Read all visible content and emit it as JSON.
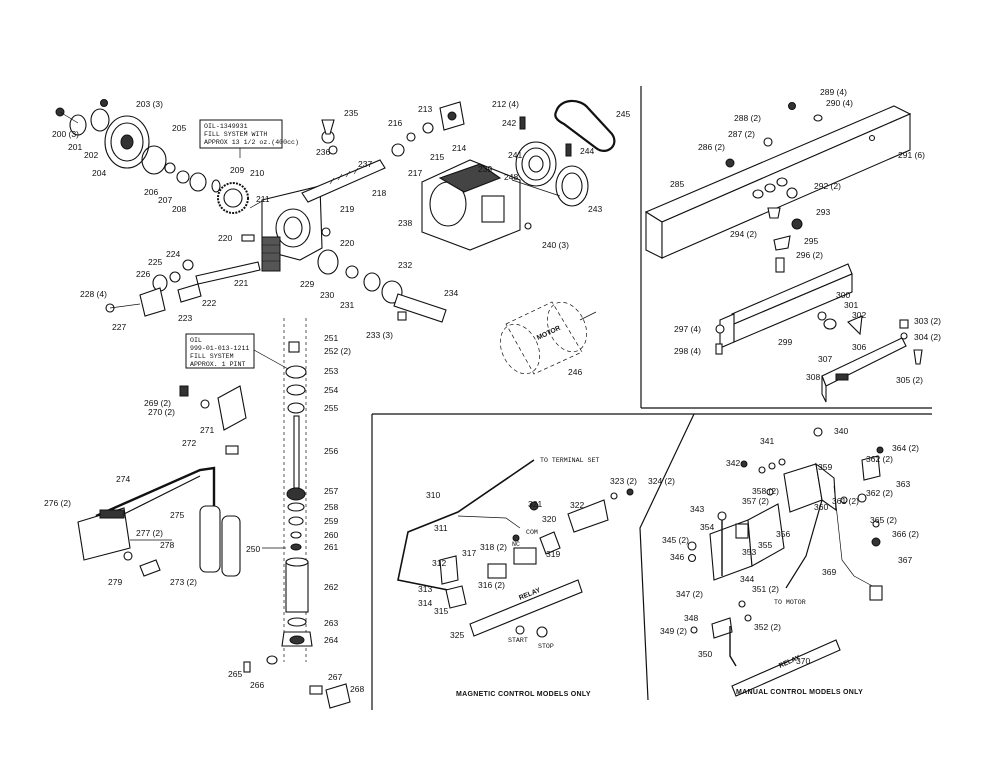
{
  "notes": {
    "oil1": [
      "OIL-1349931",
      "FILL SYSTEM WITH",
      "APPROX 13 1/2 oz.(400cc)"
    ],
    "oil2": [
      "OIL",
      "999-01-013-1211",
      "FILL SYSTEM",
      "APPROX. 1 PINT"
    ]
  },
  "labels": {
    "motor": "MOTOR",
    "to_terminal": "TO TERMINAL SET",
    "com": "COM",
    "nc": "NC",
    "start": "START",
    "stop": "STOP",
    "to_motor": "TO MOTOR",
    "plate_a": "RELAY",
    "plate_b": "RELAY"
  },
  "sections": {
    "magnetic": "MAGNETIC CONTROL MODELS ONLY",
    "manual": "MANUAL CONTROL MODELS ONLY"
  },
  "parts": [
    "200 (3)",
    "201",
    "202",
    "203 (3)",
    "204",
    "205",
    "206",
    "207",
    "208",
    "209",
    "210",
    "211",
    "212 (4)",
    "213",
    "214",
    "215",
    "216",
    "217",
    "218",
    "219",
    "220",
    "220",
    "221",
    "222",
    "223",
    "224",
    "225",
    "226",
    "227",
    "228 (4)",
    "229",
    "230",
    "231",
    "232",
    "233 (3)",
    "234",
    "235",
    "236",
    "237",
    "238",
    "239",
    "240 (3)",
    "241",
    "242",
    "243",
    "244",
    "245",
    "246",
    "248",
    "250",
    "251",
    "252 (2)",
    "253",
    "254",
    "255",
    "256",
    "257",
    "258",
    "259",
    "260",
    "261",
    "262",
    "263",
    "264",
    "265",
    "266",
    "267",
    "268",
    "269 (2)",
    "270 (2)",
    "271",
    "272",
    "273 (2)",
    "274",
    "275",
    "276 (2)",
    "277 (2)",
    "278",
    "279",
    "285",
    "286 (2)",
    "287 (2)",
    "288 (2)",
    "289 (4)",
    "290 (4)",
    "291 (6)",
    "292 (2)",
    "293",
    "294 (2)",
    "295",
    "296 (2)",
    "297 (4)",
    "298 (4)",
    "299",
    "300",
    "301",
    "302",
    "303 (2)",
    "304 (2)",
    "305 (2)",
    "306",
    "307",
    "308",
    "310",
    "311",
    "312",
    "313",
    "314",
    "315",
    "316 (2)",
    "317",
    "318 (2)",
    "319",
    "320",
    "321",
    "322",
    "323 (2)",
    "324 (2)",
    "325",
    "340",
    "341",
    "342",
    "343",
    "344",
    "345 (2)",
    "346",
    "347 (2)",
    "348",
    "349 (2)",
    "350",
    "351 (2)",
    "352 (2)",
    "353",
    "354",
    "355",
    "356",
    "357 (2)",
    "358 (2)",
    "359",
    "360",
    "361 (2)",
    "362 (2)",
    "362 (2)",
    "363",
    "364 (2)",
    "365 (2)",
    "366 (2)",
    "367",
    "369",
    "370"
  ]
}
